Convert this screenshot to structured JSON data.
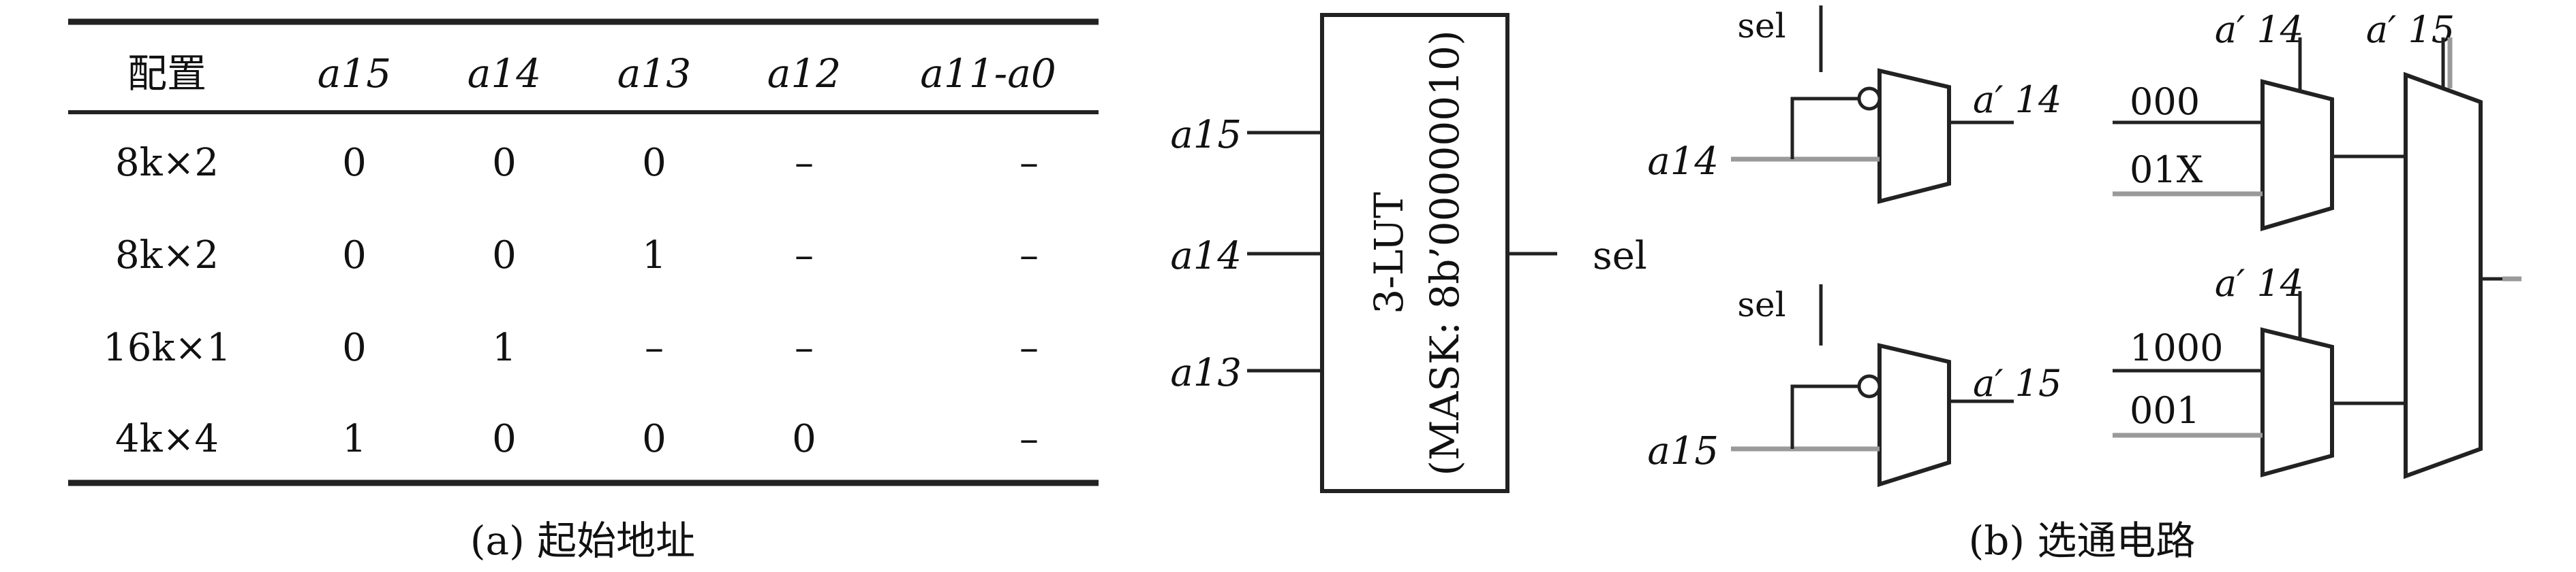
{
  "table": {
    "headers": [
      "配置",
      "a15",
      "a14",
      "a13",
      "a12",
      "a11-a0"
    ],
    "rows": [
      [
        "8k×2",
        "0",
        "0",
        "0",
        "–",
        "–"
      ],
      [
        "8k×2",
        "0",
        "0",
        "1",
        "–",
        "–"
      ],
      [
        "16k×1",
        "0",
        "1",
        "–",
        "–",
        "–"
      ],
      [
        "4k×4",
        "1",
        "0",
        "0",
        "0",
        "–"
      ]
    ],
    "caption": "(a) 起始地址"
  },
  "lut": {
    "line1": "3-LUT",
    "line2": "(MASK: 8b’00000010)",
    "inputs": [
      "a15",
      "a14",
      "a13"
    ],
    "output": "sel"
  },
  "circuit": {
    "caption": "(b) 选通电路",
    "mux_top": {
      "select": "sel",
      "input": "a14",
      "output": "a′ 14"
    },
    "mux_bottom": {
      "select": "sel",
      "input": "a15",
      "output": "a′ 15"
    },
    "mux_upper_right": {
      "select": "a′ 14",
      "inputs": [
        "000",
        "01X"
      ]
    },
    "mux_lower_right": {
      "select": "a′ 14",
      "inputs": [
        "1000",
        "001"
      ]
    },
    "mux_final": {
      "select": "a′ 15"
    }
  }
}
